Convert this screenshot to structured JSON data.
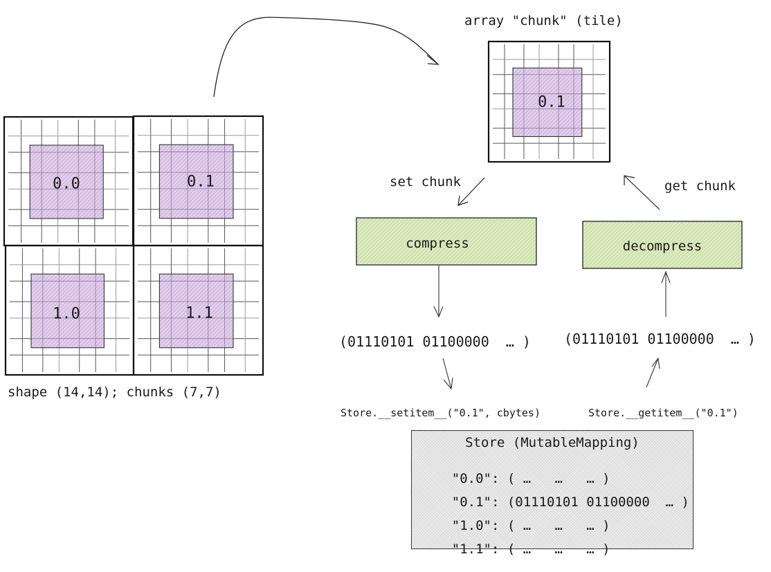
{
  "diagram": {
    "array_grid": {
      "chunks": [
        {
          "id": "0.0",
          "label": "0.0"
        },
        {
          "id": "0.1",
          "label": "0.1"
        },
        {
          "id": "1.0",
          "label": "1.0"
        },
        {
          "id": "1.1",
          "label": "1.1"
        }
      ],
      "caption": "shape (14,14); chunks (7,7)"
    },
    "tile": {
      "title": "array \"chunk\" (tile)",
      "label": "0.1"
    },
    "operations": {
      "set_label": "set chunk",
      "get_label": "get chunk",
      "compress": "compress",
      "decompress": "decompress",
      "bytes_left": "(01110101 01100000  … )",
      "bytes_right": "(01110101 01100000  … )",
      "setitem_call": "Store.__setitem__(\"0.1\", cbytes)",
      "getitem_call": "Store.__getitem__(\"0.1\")"
    },
    "store": {
      "title": "Store (MutableMapping)",
      "rows": [
        {
          "key": "\"0.0\":",
          "value": "( …   …   … )"
        },
        {
          "key": "\"0.1\":",
          "value": "(01110101 01100000  … )"
        },
        {
          "key": "\"1.0\":",
          "value": "( …   …   … )"
        },
        {
          "key": "\"1.1\":",
          "value": "( …   …   … )"
        }
      ]
    },
    "colors": {
      "chunk_fill": "#d9c4e6",
      "process_fill": "#d6e6b5",
      "store_fill": "#ececec",
      "stroke": "#1a1a1a"
    }
  }
}
